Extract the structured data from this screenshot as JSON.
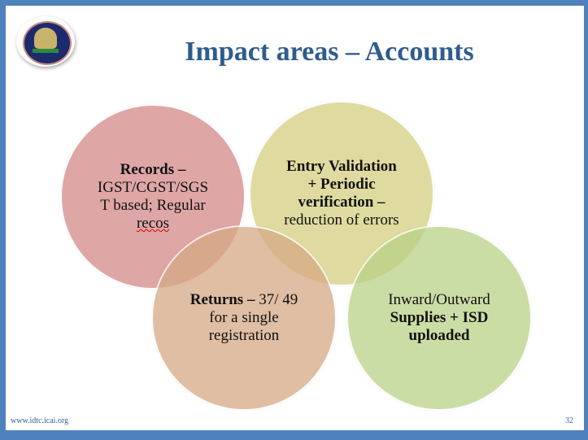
{
  "title": "Impact areas – Accounts",
  "circles": [
    {
      "bold": "Records –",
      "text1": "IGST/CGST/SGS",
      "text2": "T based; Regular",
      "text3": "recos"
    },
    {
      "bold": "Entry Validation + Periodic verification –",
      "text": "reduction of errors"
    },
    {
      "bold": "Returns –",
      "text": " 37/ 49 for a single registration"
    },
    {
      "text": "Inward/Outward",
      "bold": "Supplies + ISD uploaded"
    }
  ],
  "footer": {
    "url": "www.idtc.icai.org",
    "page": "32"
  },
  "colors": {
    "border": "#4f81bd",
    "title": "#2f5c8f"
  }
}
